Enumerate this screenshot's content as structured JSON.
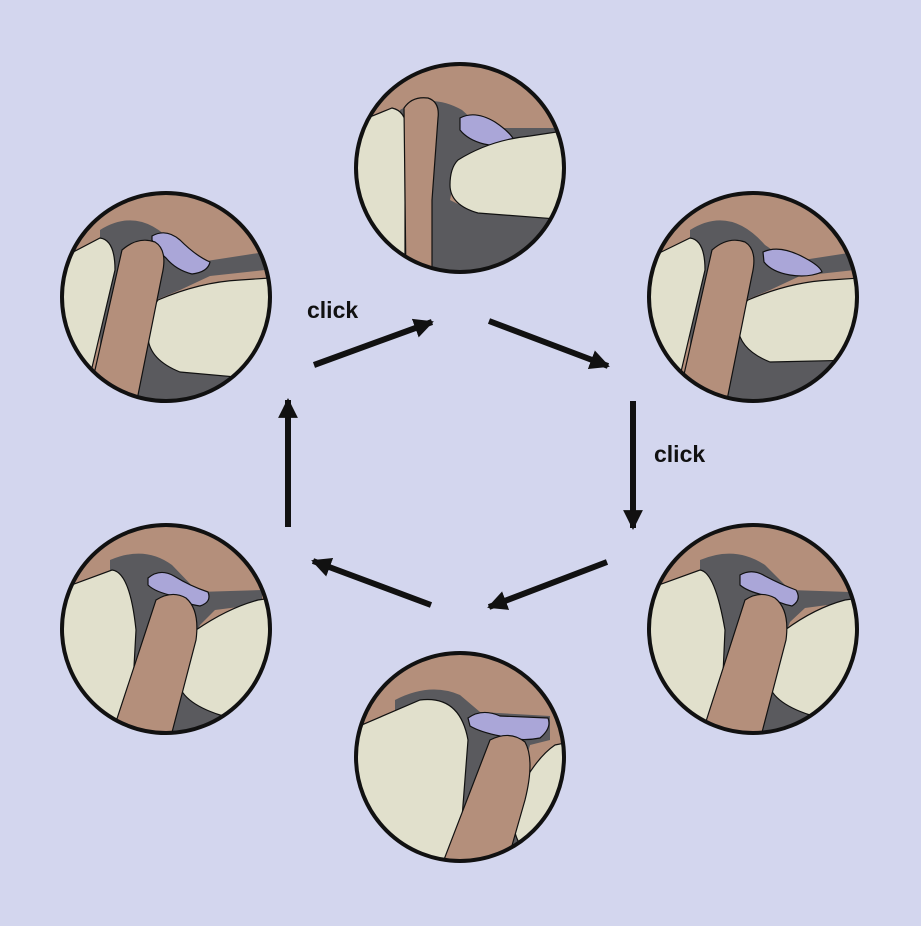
{
  "diagram": {
    "labels": {
      "top": "click",
      "right": "click"
    },
    "stages": [
      {
        "id": "top"
      },
      {
        "id": "upper-right"
      },
      {
        "id": "lower-right"
      },
      {
        "id": "bottom"
      },
      {
        "id": "lower-left"
      },
      {
        "id": "upper-left"
      }
    ],
    "colors": {
      "background": "#d3d6ee",
      "bone": "#b48f7b",
      "cartilage_ivory": "#e1e0cc",
      "soft_tissue": "#5a5a5e",
      "disc_lavender": "#aaa6d8",
      "outline": "#111111"
    }
  }
}
